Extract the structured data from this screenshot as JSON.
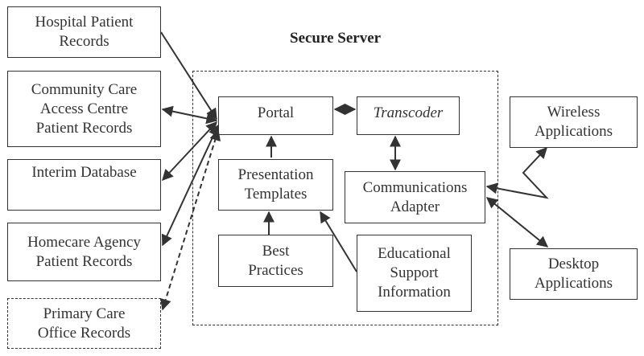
{
  "title": "Secure Server",
  "sources": {
    "hospital": "Hospital Patient\nRecords",
    "ccac": "Community Care\nAccess Centre\nPatient Records",
    "interim": "Interim Database",
    "homecare": "Homecare Agency\nPatient Records",
    "primary": "Primary Care\nOffice Records"
  },
  "server": {
    "portal": "Portal",
    "transcoder": "Transcoder",
    "presentation": "Presentation\nTemplates",
    "comms": "Communications\nAdapter",
    "best": "Best\nPractices",
    "edu": "Educational\nSupport\nInformation"
  },
  "clients": {
    "wireless": "Wireless\nApplications",
    "desktop": "Desktop\nApplications"
  }
}
